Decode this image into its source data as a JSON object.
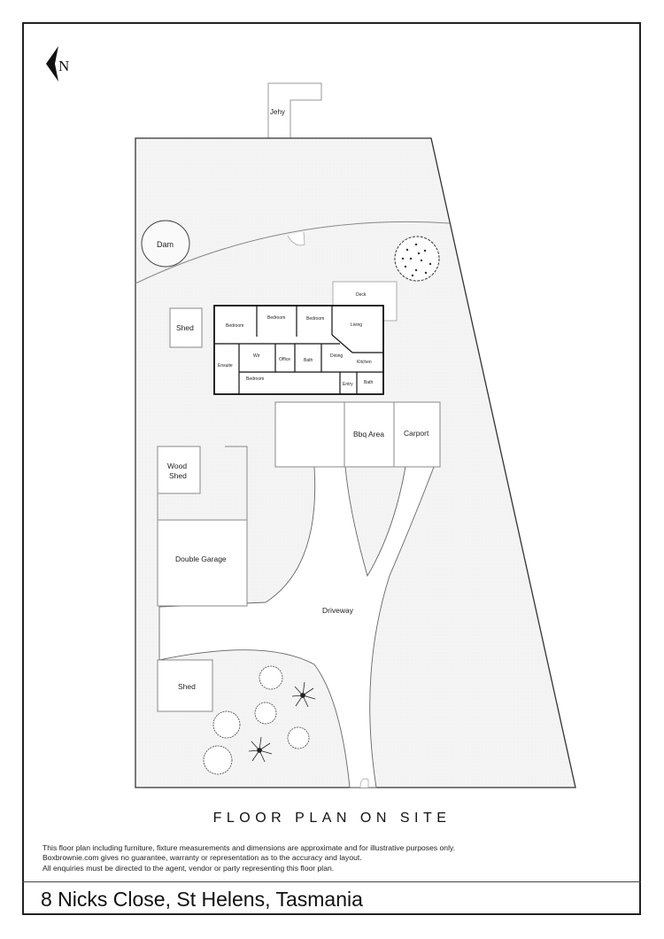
{
  "compass": {
    "glyph": "N",
    "direction": "left"
  },
  "site": {
    "labels": {
      "jetty": "Jehy",
      "dam": "Dam",
      "shed_top": "Shed",
      "deck": "Deck",
      "bbq_area": "Bbq Area",
      "carport": "Carport",
      "wood_shed_line1": "Wood",
      "wood_shed_line2": "Shed",
      "double_garage": "Double Garage",
      "driveway": "Driveway",
      "shed_bottom": "Shed"
    }
  },
  "house": {
    "rooms": {
      "bedroom_1": "Bedroom",
      "bedroom_2": "Bedroom",
      "bedroom_3": "Bedroom",
      "bedroom_4": "Bedroom",
      "living": "Living",
      "wir": "Wir",
      "office": "Office",
      "bath_1": "Bath",
      "dining": "Dining",
      "kitchen": "Kitchen",
      "ensuite": "Ensuite",
      "entry": "Entry",
      "bath_2": "Bath"
    }
  },
  "title": "FLOOR PLAN ON SITE",
  "disclaimer": [
    "This floor plan including furniture, fixture measurements and dimensions are approximate and for illustrative purposes only.",
    "Boxbrownie.com gives no guarantee, warranty or representation as to the accuracy and layout.",
    "All enquiries must be directed to the agent, vendor or party representing this floor plan."
  ],
  "address": "8 Nicks Close, St Helens, Tasmania"
}
